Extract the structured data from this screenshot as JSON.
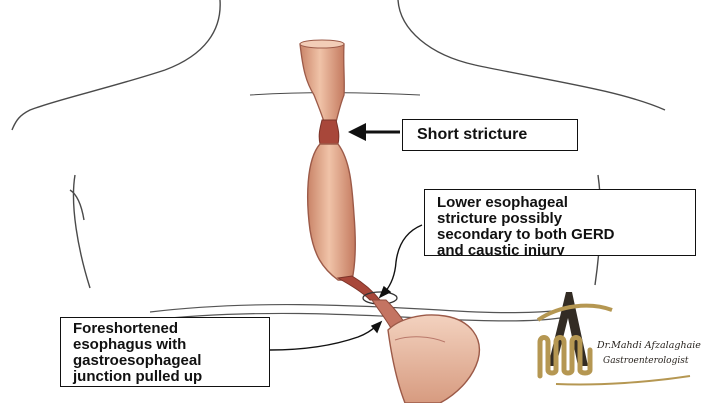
{
  "labels": {
    "short_stricture": "Short stricture",
    "lower_stricture": [
      "Lower esophageal",
      "stricture possibly",
      "secondary to both GERD",
      "and caustic injury"
    ],
    "foreshortened": [
      "Foreshortened",
      "esophagus with",
      "gastroesophageal",
      "junction pulled up"
    ]
  },
  "logo": {
    "name": "Dr.Mahdi Afzalaghaie",
    "title": "Gastroenterologist"
  },
  "colors": {
    "esophagus_fill": "#dfa88c",
    "esophagus_stroke": "#9c5a48",
    "stricture": "#a8473a",
    "logo_gold": "#b59752",
    "logo_dark": "#332c24",
    "outline": "#4a4a4a"
  }
}
